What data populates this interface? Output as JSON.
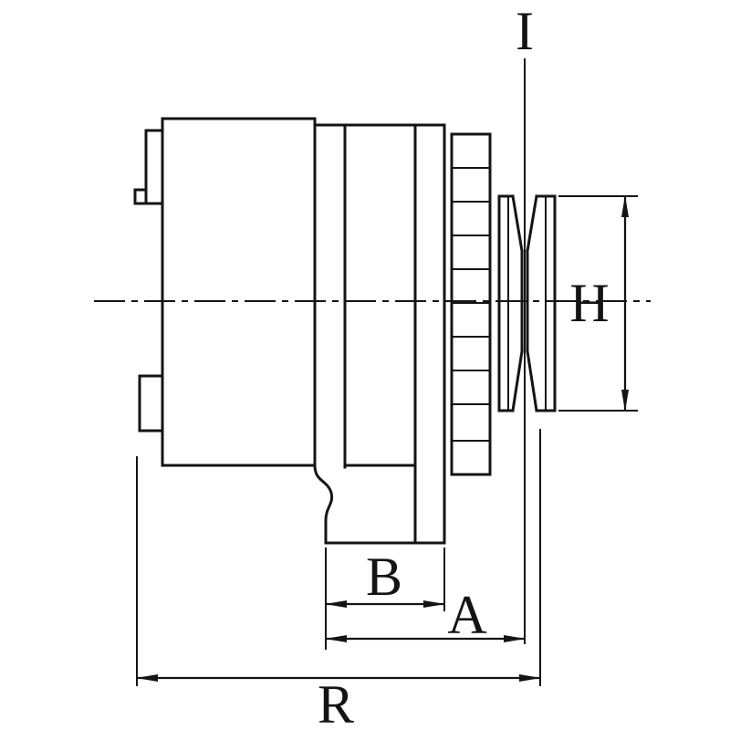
{
  "drawing": {
    "background": "#ffffff",
    "line_color": "#141414",
    "labels": {
      "i": "I",
      "h": "H",
      "b": "B",
      "a": "A",
      "r": "R"
    }
  }
}
